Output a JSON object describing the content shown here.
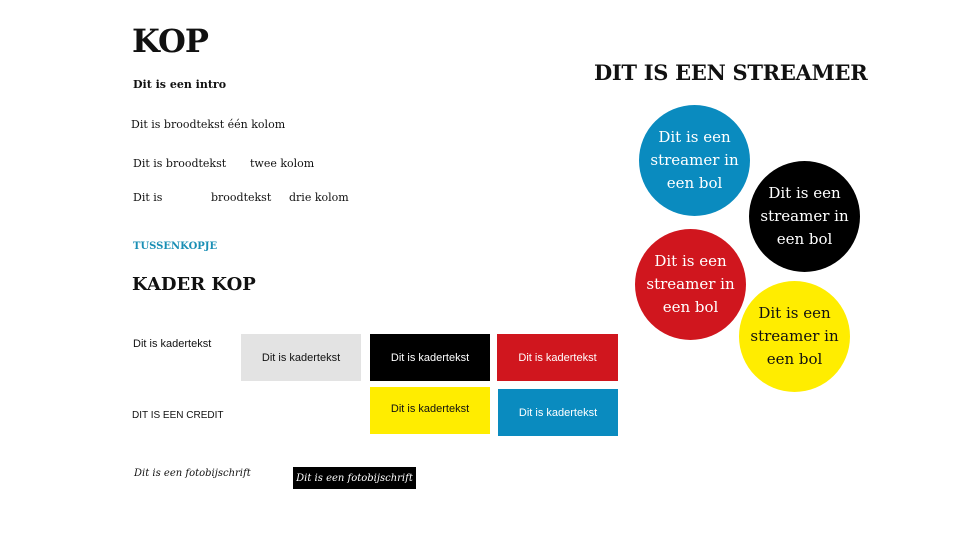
{
  "kop": "KOP",
  "intro": "Dit is een intro",
  "broodtekst_een": "Dit is broodtekst één kolom",
  "broodtekst_twee": [
    "Dit is broodtekst",
    "twee kolom"
  ],
  "broodtekst_drie": [
    "Dit is",
    "broodtekst",
    "drie kolom"
  ],
  "tussenkopje": "TUSSENKOPJE",
  "kader_kop": "KADER KOP",
  "kadertekst_plain": "Dit is kadertekst",
  "kaders": [
    {
      "text": "Dit is kadertekst",
      "bg": "#e3e3e3",
      "fg": "#111111"
    },
    {
      "text": "Dit is kadertekst",
      "bg": "#000000",
      "fg": "#ffffff"
    },
    {
      "text": "Dit is kadertekst",
      "bg": "#d0161e",
      "fg": "#ffffff"
    },
    {
      "text": "Dit is kadertekst",
      "bg": "#ffed00",
      "fg": "#111111"
    },
    {
      "text": "Dit is kadertekst",
      "bg": "#0a8bbf",
      "fg": "#ffffff"
    }
  ],
  "credit": "DIT IS EEN CREDIT",
  "fotobijschrift": "Dit is een fotobijschrift",
  "fotobijschrift_dark": "Dit is een fotobijschrift",
  "streamer": "DIT IS EEN STREAMER",
  "bollen": [
    {
      "text": "Dit is een streamer in een bol",
      "bg": "#0a8bbf",
      "fg": "#ffffff"
    },
    {
      "text": "Dit is een streamer in een bol",
      "bg": "#000000",
      "fg": "#ffffff"
    },
    {
      "text": "Dit is een streamer in een bol",
      "bg": "#d0161e",
      "fg": "#ffffff"
    },
    {
      "text": "Dit is een streamer in een bol",
      "bg": "#ffed00",
      "fg": "#111111"
    }
  ]
}
